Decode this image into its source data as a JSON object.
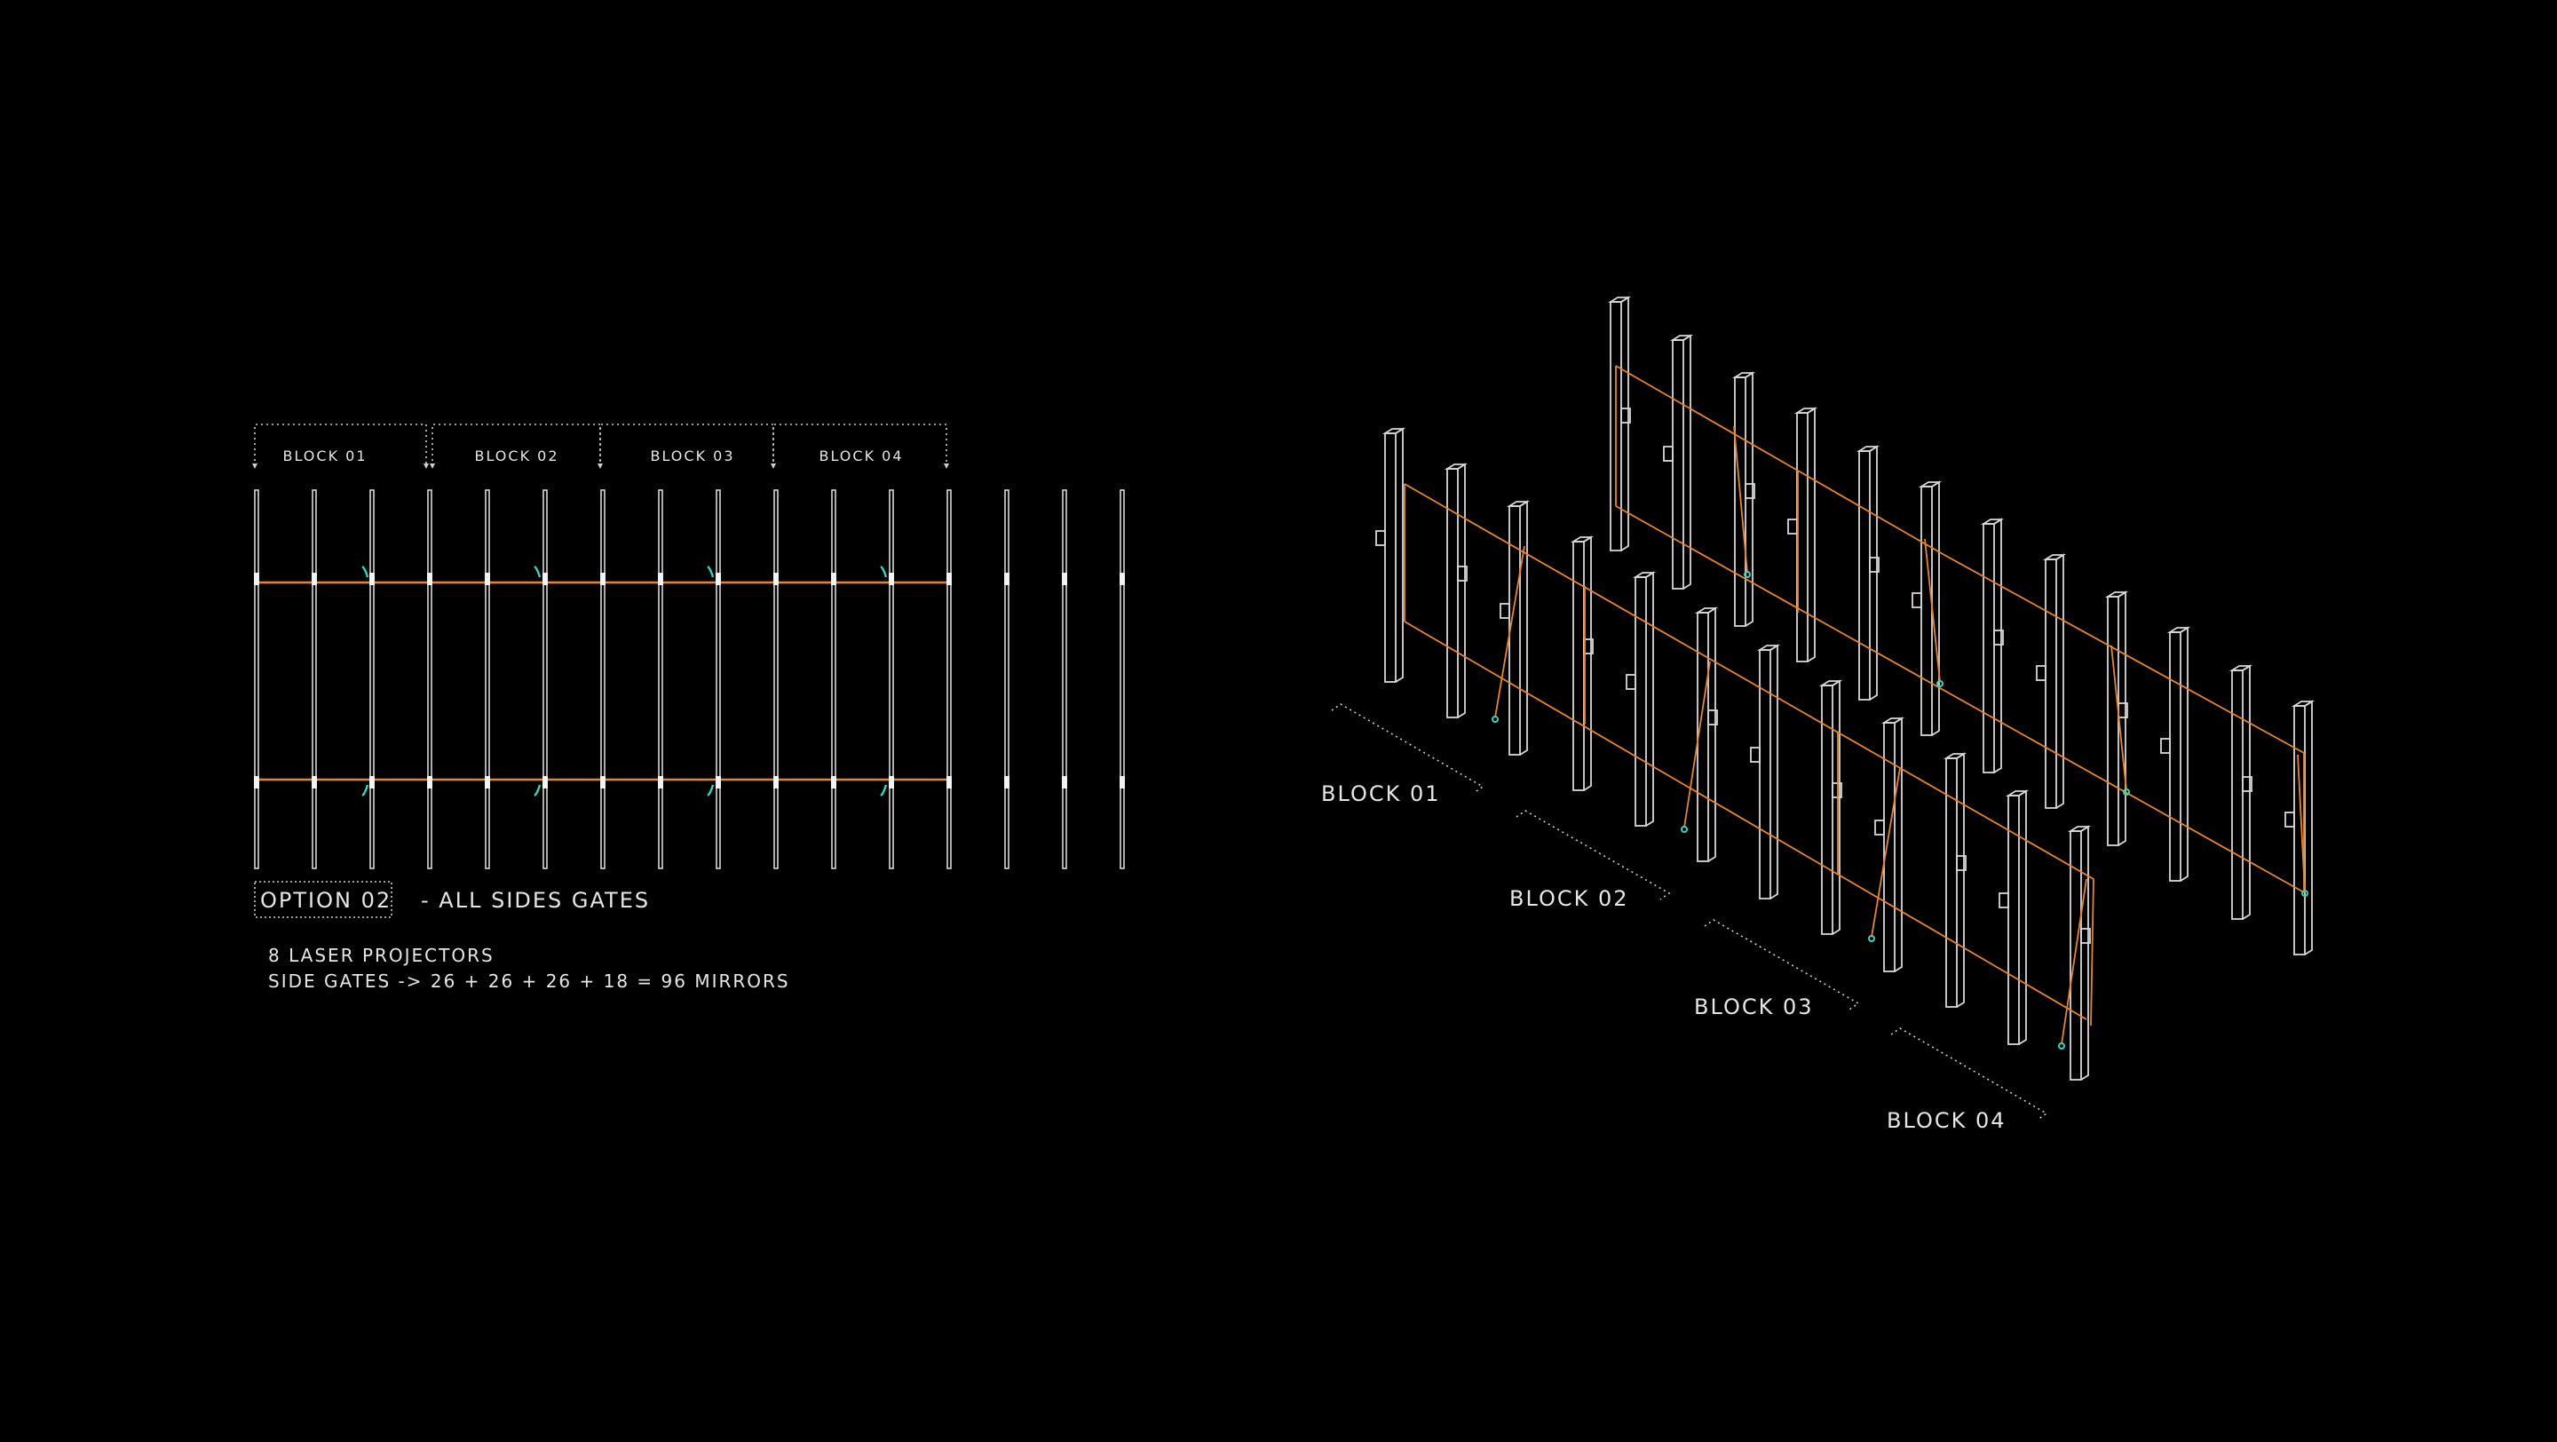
{
  "plan": {
    "block_labels": [
      "BLOCK 01",
      "BLOCK 02",
      "BLOCK 03",
      "BLOCK 04"
    ],
    "option_title": "OPTION 02",
    "option_subtitle": "- ALL SIDES GATES",
    "note_line1": "8 LASER PROJECTORS",
    "note_line2": "SIDE GATES -> 26 + 26 + 26 + 18 = 96 MIRRORS",
    "post_count": 16,
    "gate_rows": 2
  },
  "axon": {
    "block_labels": [
      "BLOCK 01",
      "BLOCK 02",
      "BLOCK 03",
      "BLOCK 04"
    ]
  },
  "colors": {
    "background": "#000000",
    "laser": "#e8852f",
    "projector": "#34d6c2",
    "lines": "#d8d8d8"
  }
}
